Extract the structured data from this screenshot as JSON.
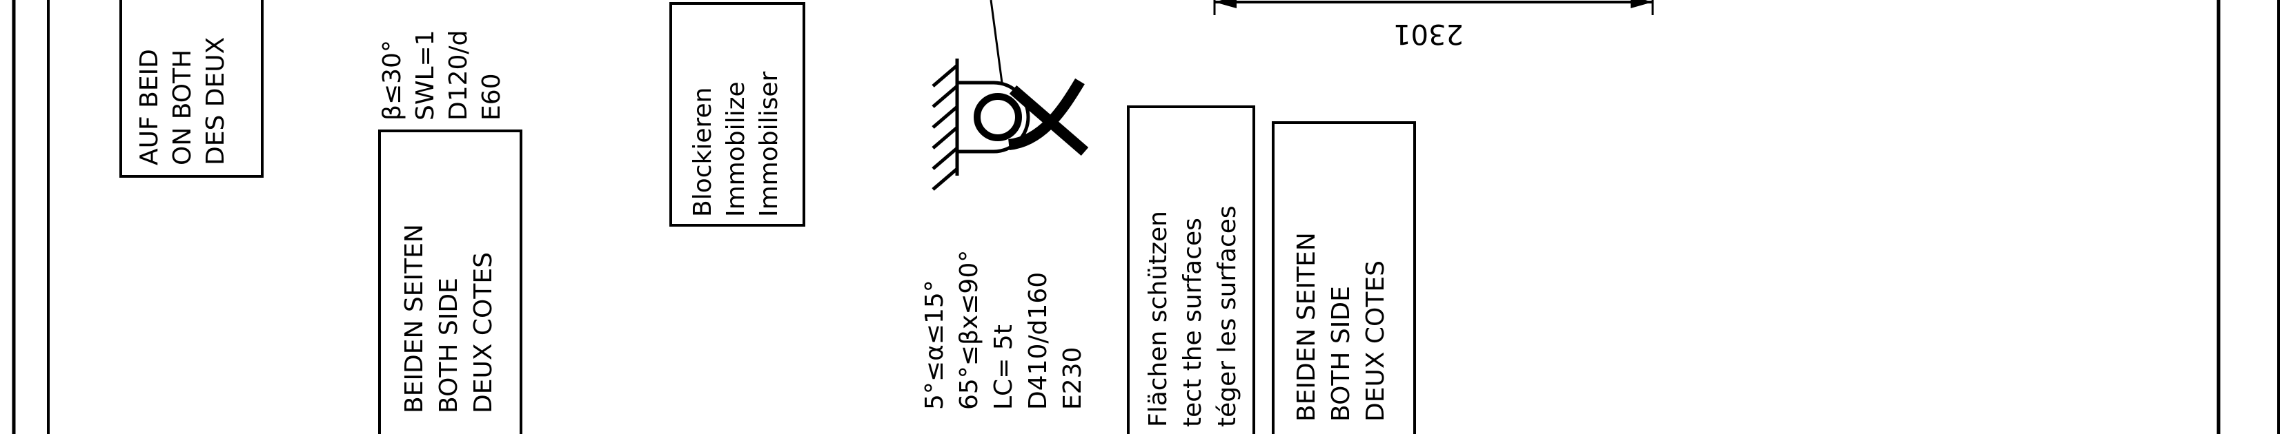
{
  "dimension": {
    "value": "2301"
  },
  "notes": {
    "both_sides_top": [
      "AUF BEID",
      "ON BOTH",
      "DES DEUX"
    ],
    "load_spec_top": [
      "β≤30°",
      "SWL=1",
      "D120/d",
      "E60"
    ],
    "both_sides_left": [
      "BEIDEN SEITEN",
      "BOTH SIDE",
      "DEUX COTES"
    ],
    "block": [
      "Blockieren",
      "Immobilize",
      "Immobiliser"
    ],
    "shackle_spec": [
      "5°≤α≤15°",
      "65°≤βx≤90°",
      "LC= 5t",
      "D410/d160",
      "E230"
    ],
    "protect": [
      "Flächen schützen",
      "tect the surfaces",
      "téger les surfaces"
    ],
    "both_sides_right": [
      "BEIDEN SEITEN",
      "BOTH SIDE",
      "DEUX COTES"
    ]
  },
  "symbols": {
    "shackle": "shackle-hitch-icon",
    "ground": "fixed-ground-hatch-icon"
  }
}
